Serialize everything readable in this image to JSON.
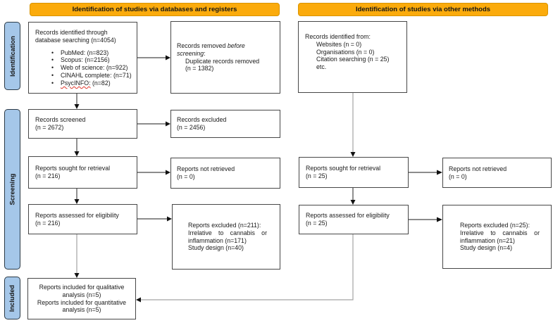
{
  "colors": {
    "header_bg": "#FBAB0C",
    "header_border": "#D99400",
    "sidebar_bg": "#A5C7E9",
    "sidebar_border": "#2B3A47"
  },
  "headers": {
    "databases": "Identification of studies via databases and registers",
    "other": "Identification of studies via other methods"
  },
  "sidebar": {
    "identification": "Identification",
    "screening": "Screening",
    "included": "Included"
  },
  "boxes": {
    "db_identified": {
      "line1": "Records identified through",
      "line2": "database searching (n=4054)",
      "bullets": [
        "PubMed: (n=823)",
        "Scopus: (n=2156)",
        "Web of science: (n=922)",
        "CINAHL complete: (n=71)"
      ],
      "bullet_psycinfo": "PsycINFO:",
      "bullet_psycinfo_rest": " (n=82)"
    },
    "records_removed": {
      "line1_normal": "Records removed ",
      "line1_italic": "before",
      "line2_italic": "screening",
      "line2_colon": ":",
      "line3": "Duplicate records removed",
      "line4": "(n = 1382)"
    },
    "records_screened": {
      "line1": "Records screened",
      "line2": "(n = 2672)"
    },
    "records_excluded": {
      "line1": "Records excluded",
      "line2": "(n = 2456)"
    },
    "sought_db": {
      "line1": "Reports sought for retrieval",
      "line2": "(n = 216)"
    },
    "notretrieved_db": {
      "line1": "Reports not retrieved",
      "line2": "(n = 0)"
    },
    "assessed_db": {
      "line1": "Reports assessed for eligibility",
      "line2": "(n = 216)"
    },
    "excluded_db": {
      "line1": "Reports excluded (n=211):",
      "line2": "Irrelative to cannabis or",
      "line3": "inflammation (n=171)",
      "line4": "Study design (n=40)"
    },
    "included": {
      "line1": "Reports included for qualitative",
      "line2": "analysis (n=5)",
      "line3": "Reports included for quantitative",
      "line4": "analysis (n=5)"
    },
    "other_identified": {
      "line1": "Records identified from:",
      "items": [
        "Websites (n = 0)",
        "Organisations (n = 0)",
        "Citation searching (n = 25)",
        "etc."
      ]
    },
    "sought_other": {
      "line1": "Reports sought for retrieval",
      "line2": "(n = 25)"
    },
    "notretrieved_other": {
      "line1": "Reports not retrieved",
      "line2": "(n = 0)"
    },
    "assessed_other": {
      "line1": "Reports assessed for eligibility",
      "line2": "(n = 25)"
    },
    "excluded_other": {
      "line1": "Reports excluded (n=25):",
      "line2": "Irrelative to cannabis or",
      "line3": "inflammation (n=21)",
      "line4": "Study design (n=4)"
    }
  }
}
